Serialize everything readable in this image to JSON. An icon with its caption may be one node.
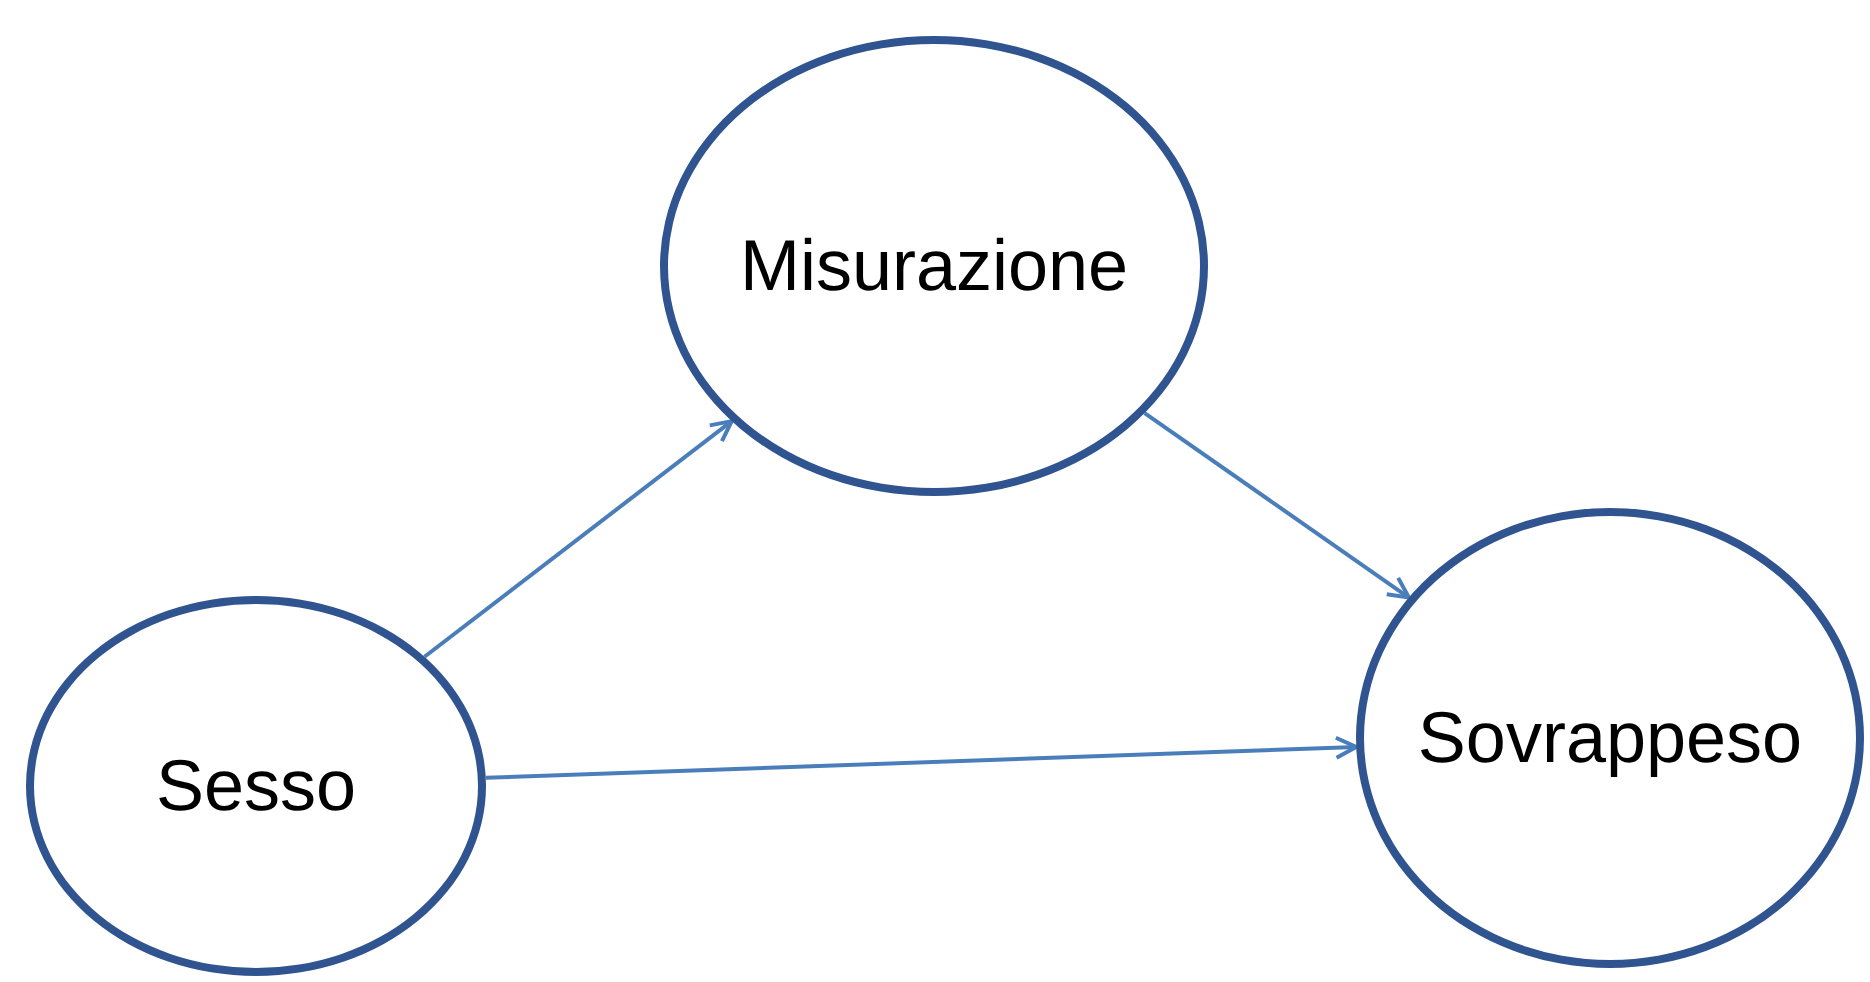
{
  "diagram": {
    "nodes": [
      {
        "text": [
          "Misurazione"
        ]
      },
      {
        "text": [
          "Sesso"
        ]
      },
      {
        "text": [
          "Sovrappeso"
        ]
      }
    ],
    "edges": [
      {
        "from": 1,
        "to": 0,
        "arrow": "to"
      },
      {
        "from": 0,
        "to": 2,
        "arrow": "to"
      },
      {
        "from": 1,
        "to": 2,
        "arrow": "to"
      }
    ]
  }
}
